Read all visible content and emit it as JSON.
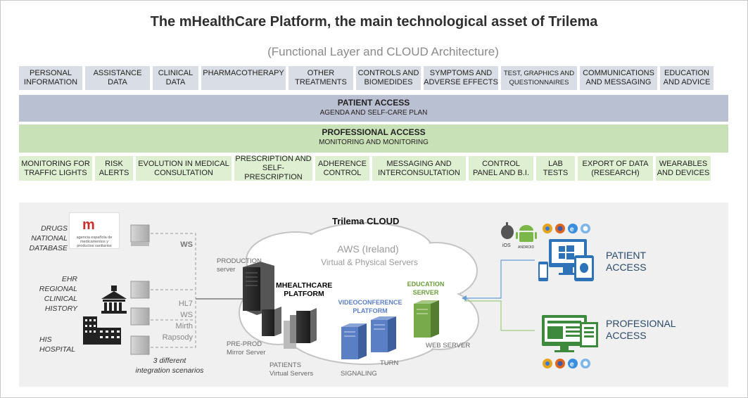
{
  "header": {
    "title": "The mHealthCare Platform, the main technological asset of Trilema",
    "subtitle": "(Functional Layer and CLOUD Architecture)"
  },
  "patient_modules": [
    "PERSONAL\nINFORMATION",
    "ASSISTANCE\nDATA",
    "CLINICAL\nDATA",
    "PHARMACOTHERAPY",
    "OTHER\nTREATMENTS",
    "CONTROLS AND\nBIOMEDIDES",
    "SYMPTOMS AND\nADVERSE EFFECTS",
    "TEST, GRAPHICS AND\nQUESTIONNAIRES",
    "COMMUNICATIONS\nAND MESSAGING",
    "EDUCATION\nAND ADVICE"
  ],
  "patient_access": {
    "title": "PATIENT ACCESS",
    "subtitle": "AGENDA AND SELF-CARE PLAN"
  },
  "professional_access": {
    "title": "PROFESSIONAL ACCESS",
    "subtitle": "MONITORING AND MONITORING"
  },
  "professional_modules": [
    "MONITORING FOR\nTRAFFIC LIGHTS",
    "RISK\nALERTS",
    "EVOLUTION IN MEDICAL\nCONSULTATION",
    "PRESCRIPTION AND\nSELF-PRESCRIPTION",
    "ADHERENCE\nCONTROL",
    "MESSAGING AND\nINTERCONSULTATION",
    "CONTROL\nPANEL AND B.I.",
    "LAB\nTESTS",
    "EXPORT OF DATA\n(RESEARCH)",
    "WEARABLES\nAND DEVICES"
  ],
  "architecture": {
    "drugs_db": "DRUGS\nNATIONAL\nDATABASE",
    "aemps_logo": "m",
    "aemps_text": "agencia española de\nmedicamentos y\nproductos sanitarios",
    "ehr": "EHR\nREGIONAL\nCLINICAL\nHISTORY",
    "his": "HIS\nHOSPITAL",
    "scenarios": "3 different\nintegration scenarios",
    "ws": "WS",
    "hl7": "HL7\nWS",
    "mirth": "Mirth\nRapsody",
    "cloud_title": "Trilema CLOUD",
    "aws": "AWS (Ireland)",
    "aws_sub": "Virtual & Physical Servers",
    "production": "PRODUCTION\nserver",
    "mhealthcare": "MHEALTHCARE\nPLATFORM",
    "videoconf": "VIDEOCONFERENCE\nPLATFORM",
    "education": "EDUCATION\nSERVER",
    "preprod": "PRE-PROD\nMirror Server",
    "patients": "PATIENTS\nVirtual Servers",
    "signaling": "SIGNALING",
    "turn": "TURN",
    "webserver": "WEB SERVER",
    "ios": "iOS",
    "android": "ANDROID",
    "patient_access": "PATIENT\nACCESS",
    "professional_access": "PROFESIONAL\nACCESS"
  },
  "colors": {
    "patient_band": "#b9c0d1",
    "professional_band": "#c8e1b6",
    "video_blue": "#5b7fc4",
    "education_green": "#78a94a",
    "screen_blue": "#2e73b8",
    "screen_green": "#3d8a3d"
  }
}
